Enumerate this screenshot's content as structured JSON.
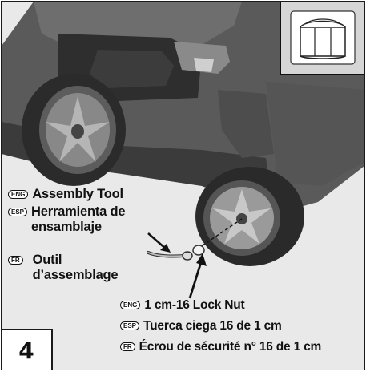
{
  "labels": {
    "tool": {
      "eng_badge": "ENG",
      "eng_text": "Assembly Tool",
      "esp_badge": "ESP",
      "esp_text": "Herramienta de ensamblaje",
      "fr_badge": "FR",
      "fr_text": "Outil d’assemblage"
    },
    "nut": {
      "eng_badge": "ENG",
      "eng_text": "1 cm-16 Lock Nut",
      "esp_badge": "ESP",
      "esp_text": "Tuerca ciega 16 de 1 cm",
      "fr_badge": "FR",
      "fr_text": "Écrou de sécurité n° 16 de 1 cm"
    }
  },
  "step": {
    "number": "4"
  },
  "icons": [
    "lock-nut-icon",
    "ride-on-vehicle-illustration",
    "assembly-tool-icon",
    "pointer-arrow-icon"
  ],
  "colors": {
    "background": "#e9e9e9",
    "ink": "#111111",
    "tire": "#3a3a3a",
    "body": "#4a4a4a"
  }
}
